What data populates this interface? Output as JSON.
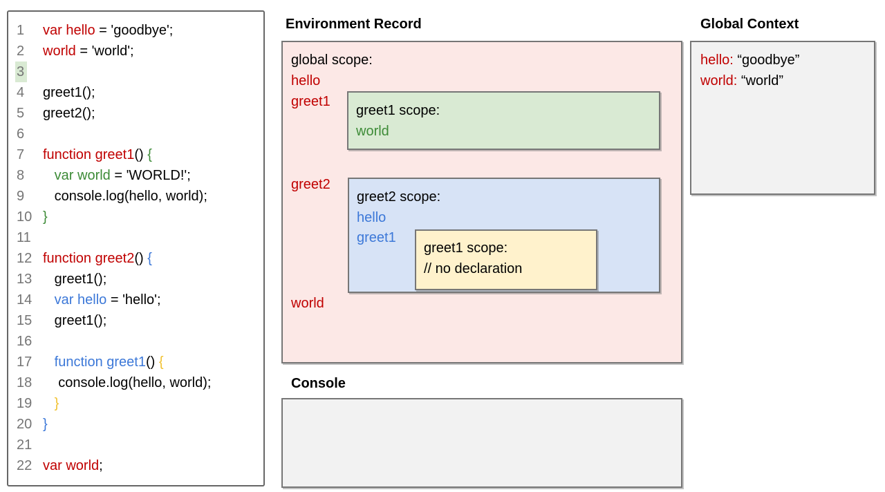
{
  "colors": {
    "red": "#c00000",
    "green": "#3d8b37",
    "blue": "#3c78d8",
    "yellow": "#f1c232",
    "black": "#000000",
    "line-number": "#757575",
    "panel-border": "#666666",
    "box-border": "#767676",
    "pink-bg": "#fce8e6",
    "green-bg": "#d9ead3",
    "blue-bg": "#d7e3f6",
    "yellow-bg": "#fff2cc",
    "gray-bg": "#f2f2f2",
    "highlight-bg": "#d9ead3"
  },
  "code_panel": {
    "lines": [
      {
        "n": "1",
        "indent": 0,
        "hl": false,
        "segs": [
          {
            "t": "var hello",
            "c": "red"
          },
          {
            "t": " = 'goodbye';",
            "c": "black"
          }
        ]
      },
      {
        "n": "2",
        "indent": 0,
        "hl": false,
        "segs": [
          {
            "t": "world",
            "c": "red"
          },
          {
            "t": " = 'world';",
            "c": "black"
          }
        ]
      },
      {
        "n": "3",
        "indent": 0,
        "hl": true,
        "segs": []
      },
      {
        "n": "4",
        "indent": 0,
        "hl": false,
        "segs": [
          {
            "t": "greet1();",
            "c": "black"
          }
        ]
      },
      {
        "n": "5",
        "indent": 0,
        "hl": false,
        "segs": [
          {
            "t": "greet2();",
            "c": "black"
          }
        ]
      },
      {
        "n": "6",
        "indent": 0,
        "hl": false,
        "segs": []
      },
      {
        "n": "7",
        "indent": 0,
        "hl": false,
        "segs": [
          {
            "t": "function greet1",
            "c": "red"
          },
          {
            "t": "() ",
            "c": "black"
          },
          {
            "t": "{",
            "c": "green"
          }
        ]
      },
      {
        "n": "8",
        "indent": 3,
        "hl": false,
        "segs": [
          {
            "t": "var world",
            "c": "green"
          },
          {
            "t": " = 'WORLD!';",
            "c": "black"
          }
        ]
      },
      {
        "n": "9",
        "indent": 3,
        "hl": false,
        "segs": [
          {
            "t": "console.log(hello, world);",
            "c": "black"
          }
        ]
      },
      {
        "n": "10",
        "indent": 0,
        "hl": false,
        "segs": [
          {
            "t": "}",
            "c": "green"
          }
        ]
      },
      {
        "n": "11",
        "indent": 0,
        "hl": false,
        "segs": []
      },
      {
        "n": "12",
        "indent": 0,
        "hl": false,
        "segs": [
          {
            "t": "function greet2",
            "c": "red"
          },
          {
            "t": "() ",
            "c": "black"
          },
          {
            "t": "{",
            "c": "blue"
          }
        ]
      },
      {
        "n": "13",
        "indent": 3,
        "hl": false,
        "segs": [
          {
            "t": "greet1();",
            "c": "black"
          }
        ]
      },
      {
        "n": "14",
        "indent": 3,
        "hl": false,
        "segs": [
          {
            "t": "var hello",
            "c": "blue"
          },
          {
            "t": " = 'hello';",
            "c": "black"
          }
        ]
      },
      {
        "n": "15",
        "indent": 3,
        "hl": false,
        "segs": [
          {
            "t": "greet1();",
            "c": "black"
          }
        ]
      },
      {
        "n": "16",
        "indent": 0,
        "hl": false,
        "segs": []
      },
      {
        "n": "17",
        "indent": 3,
        "hl": false,
        "segs": [
          {
            "t": "function greet1",
            "c": "blue"
          },
          {
            "t": "() ",
            "c": "black"
          },
          {
            "t": "{",
            "c": "yellow"
          }
        ]
      },
      {
        "n": "18",
        "indent": 4,
        "hl": false,
        "segs": [
          {
            "t": "console.log(hello, world);",
            "c": "black"
          }
        ]
      },
      {
        "n": "19",
        "indent": 3,
        "hl": false,
        "segs": [
          {
            "t": "}",
            "c": "yellow"
          }
        ]
      },
      {
        "n": "20",
        "indent": 0,
        "hl": false,
        "segs": [
          {
            "t": "}",
            "c": "blue"
          }
        ]
      },
      {
        "n": "21",
        "indent": 0,
        "hl": false,
        "segs": []
      },
      {
        "n": "22",
        "indent": 0,
        "hl": false,
        "segs": [
          {
            "t": "var world",
            "c": "red"
          },
          {
            "t": ";",
            "c": "black"
          }
        ]
      }
    ]
  },
  "environment_record": {
    "title": "Environment Record",
    "global_scope_label": "global scope:",
    "global_vars": {
      "hello": "hello",
      "greet1": "greet1",
      "greet2": "greet2",
      "world": "world"
    },
    "greet1_scope": {
      "label": "greet1 scope:",
      "var1": "world"
    },
    "greet2_scope": {
      "label": "greet2 scope:",
      "var1": "hello",
      "var2": "greet1"
    },
    "inner_greet1_scope": {
      "label": "greet1 scope:",
      "comment": "// no declaration"
    }
  },
  "global_context": {
    "title": "Global Context",
    "entry1": {
      "name": "hello:",
      "value": " “goodbye”"
    },
    "entry2": {
      "name": "world:",
      "value": " “world”"
    }
  },
  "console_panel": {
    "title": "Console"
  }
}
